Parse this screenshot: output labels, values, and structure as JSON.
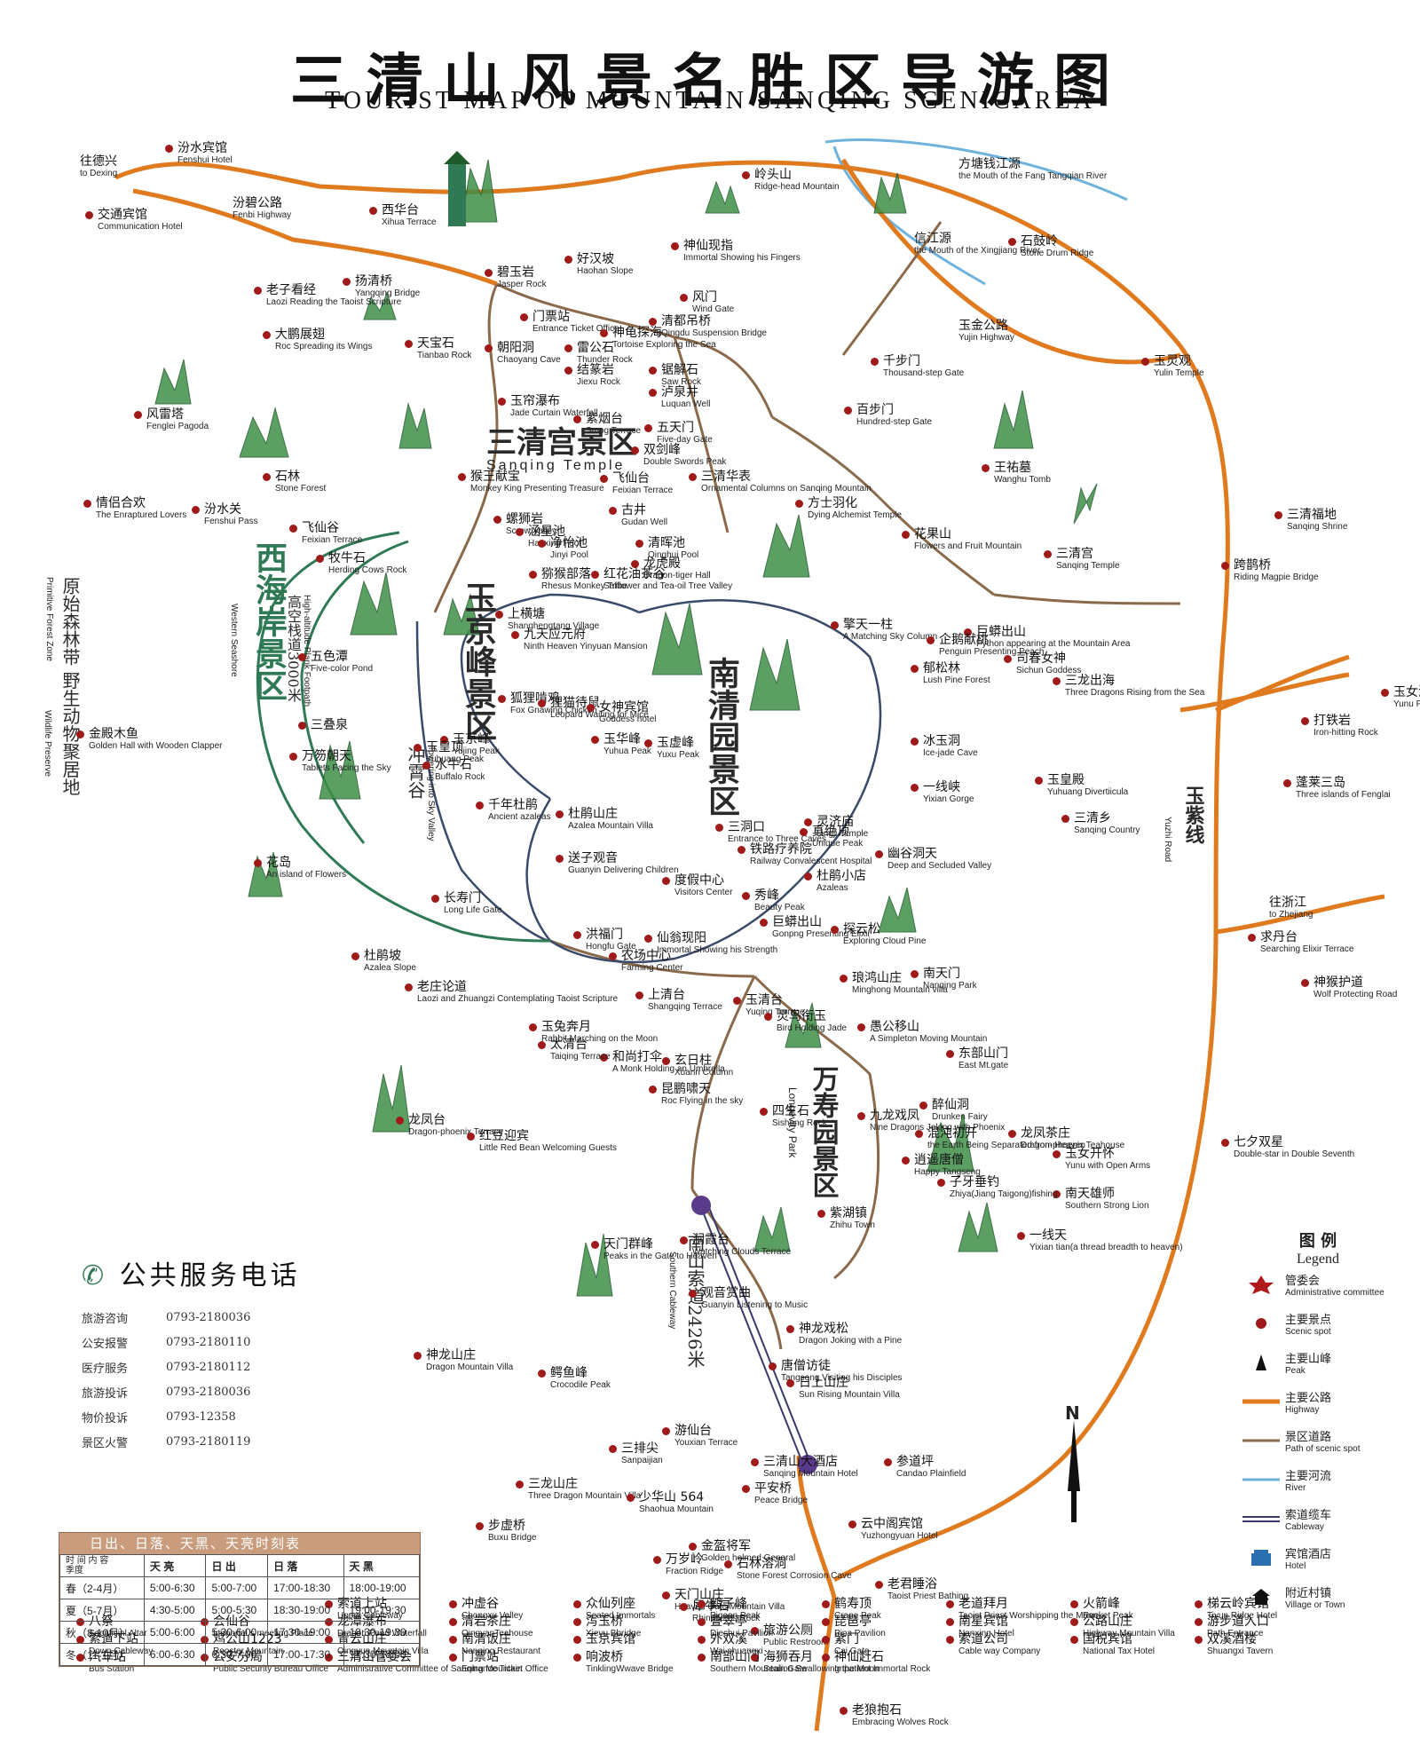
{
  "title": {
    "zh": "三清山风景名胜区导游图",
    "en": "TOURIST MAP OF MOUNTAIN SANQING SCENICAREA"
  },
  "colors": {
    "highway": "#e07a1f",
    "path": "#8a6a4a",
    "river": "#6fb3dc",
    "cableway": "#3a3a6a",
    "spot": "#a01a1a",
    "zone_line": "#2f7a55",
    "hotel": "#2c6fb0"
  },
  "icons": {
    "spot": "red-dot-icon",
    "peak": "peak-triangle-icon",
    "hotel": "hotel-building-icon",
    "village": "pagoda-village-icon",
    "admin": "red-star-icon",
    "mountain": "green-rock-icon"
  },
  "zones": {
    "sanqinggong": "三清宫景区",
    "sanqinggong_en": "Sanqing Temple",
    "xihai": "西海岸景区",
    "xihai_en": "Western Seashore",
    "yujing": "玉京峰景区",
    "nanqing": "南清园景区",
    "wanshou": "万寿园景区",
    "wanshou_en": "Longevity Park",
    "yuzi": "玉紫线",
    "yuzi_en": "Yuzhi Road",
    "plank": "高空栈道3000米",
    "plank_en": "High-altitude Plank Footpath",
    "chongxu": "冲霄谷",
    "chongxu_en": "Towering into Sky Valley",
    "cable": "南山索道2426米",
    "cable_en": "Southern Cableway",
    "reserve": "原始森林带 野生动物聚居地",
    "reserve_en1": "Primitive Forest Zone",
    "reserve_en2": "Wildlife Preserve"
  },
  "rivers": [
    {
      "zh": "方塘钱江源",
      "en": "the Mouth of the Fang Tangqian River"
    },
    {
      "zh": "信江源",
      "en": "the Mouth of the Xingjiang River"
    },
    {
      "zh": "汾碧公路",
      "en": "Fenbi Highway"
    },
    {
      "zh": "玉金公路",
      "en": "Yujin Highway"
    },
    {
      "zh": "往德兴",
      "en": "to Dexing"
    },
    {
      "zh": "往浙江",
      "en": "to Zhejiang"
    }
  ],
  "places": [
    {
      "zh": "汾水宾馆",
      "en": "Fenshui Hotel"
    },
    {
      "zh": "交通宾馆",
      "en": "Communication Hotel"
    },
    {
      "zh": "西华台",
      "en": "Xihua Terrace"
    },
    {
      "zh": "岭头山",
      "en": "Ridge-head Mountain"
    },
    {
      "zh": "石鼓岭",
      "en": "Stone Drum Ridge"
    },
    {
      "zh": "神仙现指",
      "en": "Immortal Showing his Fingers"
    },
    {
      "zh": "好汉坡",
      "en": "Haohan Slope"
    },
    {
      "zh": "碧玉岩",
      "en": "Jasper Rock"
    },
    {
      "zh": "老子看经",
      "en": "Laozi Reading the Taoist Scripture"
    },
    {
      "zh": "扬清桥",
      "en": "Yangqing Bridge"
    },
    {
      "zh": "大鹏展翅",
      "en": "Roc Spreading its Wings"
    },
    {
      "zh": "风门",
      "en": "Wind Gate"
    },
    {
      "zh": "门票站",
      "en": "Entrance Ticket Office"
    },
    {
      "zh": "清都吊桥",
      "en": "Qingdu Suspension Bridge"
    },
    {
      "zh": "神龟探海",
      "en": "Tortoise Exploring the Sea"
    },
    {
      "zh": "天宝石",
      "en": "Tianbao Rock"
    },
    {
      "zh": "朝阳洞",
      "en": "Chaoyang Cave"
    },
    {
      "zh": "雷公石",
      "en": "Thunder Rock"
    },
    {
      "zh": "结篆岩",
      "en": "Jiexu Rock"
    },
    {
      "zh": "锯解石",
      "en": "Saw Rock"
    },
    {
      "zh": "泸泉井",
      "en": "Luquan Well"
    },
    {
      "zh": "千步门",
      "en": "Thousand-step Gate"
    },
    {
      "zh": "玉灵观",
      "en": "Yulin Temple"
    },
    {
      "zh": "玉帘瀑布",
      "en": "Jade Curtain Waterfall"
    },
    {
      "zh": "紫烟台",
      "en": "Smog Terrace"
    },
    {
      "zh": "五天门",
      "en": "Five-day Gate"
    },
    {
      "zh": "百步门",
      "en": "Hundred-step Gate"
    },
    {
      "zh": "风雷塔",
      "en": "Fenglei Pagoda"
    },
    {
      "zh": "双剑峰",
      "en": "Double Swords Peak"
    },
    {
      "zh": "三清华表",
      "en": "Ornamental Columns on Sanqing Mountain"
    },
    {
      "zh": "王祐墓",
      "en": "Wanghu Tomb"
    },
    {
      "zh": "石林",
      "en": "Stone Forest"
    },
    {
      "zh": "猴王献宝",
      "en": "Monkey King Presenting Treasure"
    },
    {
      "zh": "飞仙台",
      "en": "Feixian Terrace"
    },
    {
      "zh": "三清福地",
      "en": "Sanqing Shrine"
    },
    {
      "zh": "古井",
      "en": "Gudan Well"
    },
    {
      "zh": "方士羽化",
      "en": "Dying Alchemist Temple"
    },
    {
      "zh": "情侣合欢",
      "en": "The Enraptured Lovers"
    },
    {
      "zh": "汾水关",
      "en": "Fenshui Pass"
    },
    {
      "zh": "飞仙谷",
      "en": "Feixian Terrace"
    },
    {
      "zh": "螺狮岩",
      "en": "Screw Valley"
    },
    {
      "zh": "涵星池",
      "en": "Hanxing Pool"
    },
    {
      "zh": "净怡池",
      "en": "Jinyi Pool"
    },
    {
      "zh": "清晖池",
      "en": "Qinghui Pool"
    },
    {
      "zh": "龙虎殿",
      "en": "Dragon-tiger Hall"
    },
    {
      "zh": "猕猴部落",
      "en": "Rhesus Monkey Tribe"
    },
    {
      "zh": "红花油茶谷",
      "en": "Safflower and Tea-oil Tree Valley"
    },
    {
      "zh": "花果山",
      "en": "Flowers and Fruit Mountain"
    },
    {
      "zh": "牧牛石",
      "en": "Herding Cows Rock"
    },
    {
      "zh": "跨鹊桥",
      "en": "Riding Magpie Bridge"
    },
    {
      "zh": "三清宫",
      "en": "Sanqing Temple"
    },
    {
      "zh": "巨蟒出山",
      "en": "Python appearing at the Mountain Area"
    },
    {
      "zh": "上横塘",
      "en": "Shanghengtang Village"
    },
    {
      "zh": "九天应元府",
      "en": "Ninth Heaven Yinyuan Mansion"
    },
    {
      "zh": "擎天一柱",
      "en": "A Matching Sky Column"
    },
    {
      "zh": "企鹅献桃",
      "en": "Penguin Presenting Peach"
    },
    {
      "zh": "司春女神",
      "en": "Sichun Goddess"
    },
    {
      "zh": "五色潭",
      "en": "Five-color Pond"
    },
    {
      "zh": "郁松林",
      "en": "Lush Pine Forest"
    },
    {
      "zh": "三龙出海",
      "en": "Three Dragons Rising from the Sea"
    },
    {
      "zh": "狐狸啃鸡",
      "en": "Fox Gnawing Chicken"
    },
    {
      "zh": "狸猫待鼠",
      "en": "Leopard Waiting for Mice"
    },
    {
      "zh": "女神宾馆",
      "en": "Goddess hotel"
    },
    {
      "zh": "三叠泉",
      "en": ""
    },
    {
      "zh": "玉京峰",
      "en": "Yujing Peak"
    },
    {
      "zh": "玉华峰",
      "en": "Yuhua Peak"
    },
    {
      "zh": "玉虚峰",
      "en": "Yuxu Peak"
    },
    {
      "zh": "冰玉洞",
      "en": "Ice-jade Cave"
    },
    {
      "zh": "玉女潭",
      "en": "Yunu Pond"
    },
    {
      "zh": "打铁岩",
      "en": "Iron-hitting Rock"
    },
    {
      "zh": "金殿木鱼",
      "en": "Golden Hall with Wooden Clapper"
    },
    {
      "zh": "玉皇顶",
      "en": "Yuhuang Peak"
    },
    {
      "zh": "万笏朝天",
      "en": "Tablets Facing the Sky"
    },
    {
      "zh": "水牛石",
      "en": "Buffalo Rock"
    },
    {
      "zh": "蓬莱三岛",
      "en": "Three islands of Fenglai"
    },
    {
      "zh": "一线峡",
      "en": "Yixian Gorge"
    },
    {
      "zh": "玉皇殿",
      "en": "Yuhuang Divertiicula"
    },
    {
      "zh": "千年杜鹃",
      "en": "Ancient azaleas"
    },
    {
      "zh": "杜鹃山庄",
      "en": "Azalea Mountain Villa"
    },
    {
      "zh": "灵济庙",
      "en": "Lingji Temple"
    },
    {
      "zh": "三清乡",
      "en": "Sanqing Country"
    },
    {
      "zh": "三洞口",
      "en": "Entrance to Three Caves"
    },
    {
      "zh": "真绝顶",
      "en": "Unique Peak"
    },
    {
      "zh": "求丹台",
      "en": "Searching Elixir Terrace"
    },
    {
      "zh": "铁路疗养院",
      "en": "Railway Convalescent Hospital"
    },
    {
      "zh": "送子观音",
      "en": "Guanyin Delivering Children"
    },
    {
      "zh": "神猴护道",
      "en": "Wolf Protecting Road"
    },
    {
      "zh": "幽谷洞天",
      "en": "Deep and Secluded Valley"
    },
    {
      "zh": "杜鹃小店",
      "en": "Azaleas"
    },
    {
      "zh": "花岛",
      "en": "An island of Flowers"
    },
    {
      "zh": "度假中心",
      "en": "Visitors Center"
    },
    {
      "zh": "秀峰",
      "en": "Beauty Peak"
    },
    {
      "zh": "长寿门",
      "en": "Long Life Gate"
    },
    {
      "zh": "巨蟒出山",
      "en": "Gonpng Presenting Elixir"
    },
    {
      "zh": "探云松",
      "en": "Exploring Cloud Pine"
    },
    {
      "zh": "洪福门",
      "en": "Hongfu Gate"
    },
    {
      "zh": "仙翁现阳",
      "en": "Immortal Showing his Strength"
    },
    {
      "zh": "杜鹃坡",
      "en": "Azalea Slope"
    },
    {
      "zh": "农场中心",
      "en": "Farming Center"
    },
    {
      "zh": "琅鸿山庄",
      "en": "Minghong Mountain villa"
    },
    {
      "zh": "老庄论道",
      "en": "Laozi and Zhuangzi Contemplating Taoist Scripture"
    },
    {
      "zh": "南天门",
      "en": "Nanqing Park"
    },
    {
      "zh": "上清台",
      "en": "Shangqing Terrace"
    },
    {
      "zh": "玉清台",
      "en": "Yuqing Terrace"
    },
    {
      "zh": "灵鸟衔玉",
      "en": "Bird Holding Jade"
    },
    {
      "zh": "愚公移山",
      "en": "A Simpleton Moving Mountain"
    },
    {
      "zh": "东部山门",
      "en": "East Mt.gate"
    },
    {
      "zh": "和尚打伞",
      "en": "A Monk Holding an Umbrella"
    },
    {
      "zh": "醉仙洞",
      "en": "Drunken Fairy"
    },
    {
      "zh": "玉兔奔月",
      "en": "Rabbit Marching on the Moon"
    },
    {
      "zh": "太清台",
      "en": "Taiqing Terrace"
    },
    {
      "zh": "玄日柱",
      "en": "Xuanri Column"
    },
    {
      "zh": "昆鹏啸天",
      "en": "Roc Flying in the sky"
    },
    {
      "zh": "四生石",
      "en": "Sisheng Rock"
    },
    {
      "zh": "九龙戏凤",
      "en": "Nine Dragons Joking with Phoenix"
    },
    {
      "zh": "混沌初开",
      "en": "the Earth Being Separated from Heaven"
    },
    {
      "zh": "龙凤茶庄",
      "en": "Dragon-phoenix Teahouse"
    },
    {
      "zh": "玉女开怀",
      "en": "Yunu with Open Arms"
    },
    {
      "zh": "七夕双星",
      "en": "Double-star in Double Seventh"
    },
    {
      "zh": "南天雄师",
      "en": "Southern Strong Lion"
    },
    {
      "zh": "龙凤台",
      "en": "Dragon-phoenix Terrace"
    },
    {
      "zh": "逍遥唐僧",
      "en": "Happy Tangseng"
    },
    {
      "zh": "红豆迎宾",
      "en": "Little Red Bean Welcoming Guests"
    },
    {
      "zh": "子牙垂钓",
      "en": "Zhiya(Jiang Taigong)fishing"
    },
    {
      "zh": "紫湖镇",
      "en": "Zhihu Town"
    },
    {
      "zh": "一线天",
      "en": "Yixian tian(a thread breadth to heaven)"
    },
    {
      "zh": "涧霞台",
      "en": "Watching Clouds Terrace"
    },
    {
      "zh": "天门群峰",
      "en": "Peaks in the Gate to Heaven"
    },
    {
      "zh": "观音赏曲",
      "en": "Guanyin Listening to Music"
    },
    {
      "zh": "神龙戏松",
      "en": "Dragon Joking with a Pine"
    },
    {
      "zh": "唐僧访徒",
      "en": "Tangseng Visiting his Disciples"
    },
    {
      "zh": "神龙山庄",
      "en": "Dragon Mountain Villa"
    },
    {
      "zh": "鳄鱼峰",
      "en": "Crocodile Peak"
    },
    {
      "zh": "日上山庄",
      "en": "Sun Rising Mountain Villa"
    },
    {
      "zh": "游仙台",
      "en": "Youxian Terrace"
    },
    {
      "zh": "三排尖",
      "en": "Sanpaijian"
    },
    {
      "zh": "三清山大酒店",
      "en": "Sanqing Mountain Hotel"
    },
    {
      "zh": "参道坪",
      "en": "Candao Plainfield"
    },
    {
      "zh": "三龙山庄",
      "en": "Three Dragon Mountain Villa"
    },
    {
      "zh": "平安桥",
      "en": "Peace Bridge"
    },
    {
      "zh": "少华山 564",
      "en": "Shaohua Mountain"
    },
    {
      "zh": "云中阁宾馆",
      "en": "Yuzhongyuan Hotel"
    },
    {
      "zh": "步虚桥",
      "en": "Buxu Bridge"
    },
    {
      "zh": "金盔将军",
      "en": "Golden helmed General"
    },
    {
      "zh": "万岁岭",
      "en": "Fraction Ridge"
    },
    {
      "zh": "石林溶洞",
      "en": "Stone Forest Corrosion Cave"
    },
    {
      "zh": "老君睡浴",
      "en": "Taoist Priest Bathing"
    },
    {
      "zh": "天门山庄",
      "en": "Heaven Gate Mountain Villa"
    },
    {
      "zh": "犀牛石",
      "en": "Rhinoceros Rock"
    },
    {
      "zh": "旅游公厕",
      "en": "Public Restroom"
    },
    {
      "zh": "海狮吞月",
      "en": "Sealion Swallowing the Moon"
    },
    {
      "zh": "老狼抱石",
      "en": "Embracing Wolves Rock"
    },
    {
      "zh": "索道上站",
      "en": "Upper Cableway"
    },
    {
      "zh": "冲虚谷",
      "en": "Chongxu Valley"
    },
    {
      "zh": "众仙列座",
      "en": "Seated Immortals"
    },
    {
      "zh": "鹤子峰",
      "en": "Pigeon Peak"
    },
    {
      "zh": "鹤寿顶",
      "en": "Crane Peak"
    },
    {
      "zh": "老道拜月",
      "en": "Taoist Priest Worshipping the Moon"
    },
    {
      "zh": "火箭峰",
      "en": "Rocket Peak"
    },
    {
      "zh": "梯云岭宾馆",
      "en": "Tiyun Ridge Hotel"
    },
    {
      "zh": "八祭",
      "en": "Sacrificinl Altar"
    },
    {
      "zh": "会仙谷",
      "en": "Immortal s meeting Place"
    },
    {
      "zh": "龙潭瀑布",
      "en": "Dragon Pond Waterfall"
    },
    {
      "zh": "清岩茶庄",
      "en": "QingyanTeahouse"
    },
    {
      "zh": "泻玉桥",
      "en": "Xieyu Bbridge"
    },
    {
      "zh": "叠翠亭",
      "en": "Diechui Pavilion"
    },
    {
      "zh": "琵琶亭",
      "en": "Pipa Pavilion"
    },
    {
      "zh": "南星宾馆",
      "en": "Nanxing Hotel"
    },
    {
      "zh": "公路山庄",
      "en": "Highway Mountain Villa"
    },
    {
      "zh": "游步道入口",
      "en": "Path Entrance"
    },
    {
      "zh": "索道下站",
      "en": "Down Cableway"
    },
    {
      "zh": "鸡公山1223",
      "en": "Rooster Mountain"
    },
    {
      "zh": "青云山庄",
      "en": "Qingyun Mountain Villa"
    },
    {
      "zh": "南清饭庄",
      "en": "Nanqing Restaurant"
    },
    {
      "zh": "玉京宾馆",
      "en": ""
    },
    {
      "zh": "外双溪",
      "en": "Wai shuangxi"
    },
    {
      "zh": "紫门",
      "en": "Cai Gate"
    },
    {
      "zh": "索道公司",
      "en": "Cable way Company"
    },
    {
      "zh": "国税宾馆",
      "en": "National Tax Hotel"
    },
    {
      "zh": "双溪酒楼",
      "en": "Shuangxi Tavern"
    },
    {
      "zh": "汽车站",
      "en": "Bus Station"
    },
    {
      "zh": "公安分局",
      "en": "Public Security Bureau Office"
    },
    {
      "zh": "三清山管委会",
      "en": "Administrative Committee of Sanqing Mountain"
    },
    {
      "zh": "门票站",
      "en": "Entrance Ticket Office"
    },
    {
      "zh": "响波桥",
      "en": "TinklingWwave Bridge"
    },
    {
      "zh": "南部山门",
      "en": "Southern Mountain Gate"
    },
    {
      "zh": "神仙赶石",
      "en": "Impatient Immortal Rock"
    }
  ],
  "phone": {
    "title": "公共服务电话",
    "rows": [
      {
        "k": "旅游咨询",
        "v": "0793-2180036"
      },
      {
        "k": "公安报警",
        "v": "0793-2180110"
      },
      {
        "k": "医疗服务",
        "v": "0793-2180112"
      },
      {
        "k": "旅游投诉",
        "v": "0793-2180036"
      },
      {
        "k": "物价投诉",
        "v": "0793-12358"
      },
      {
        "k": "景区火警",
        "v": "0793-2180119"
      }
    ]
  },
  "timetable": {
    "title": "日出、日落、天黑、天亮时刻表",
    "head_corner_top": "时 间   内 容",
    "head_corner_bottom": "季度",
    "cols": [
      "天 亮",
      "日 出",
      "日 落",
      "天 黑"
    ],
    "rows": [
      {
        "season": "春（2-4月）",
        "vals": [
          "5:00-6:30",
          "5:00-7:00",
          "17:00-18:30",
          "18:00-19:00"
        ]
      },
      {
        "season": "夏（5-7月）",
        "vals": [
          "4:30-5:00",
          "5:00-5:30",
          "18:30-19:00",
          "19:00-19:30"
        ]
      },
      {
        "season": "秋（8-10月）",
        "vals": [
          "5:00-6:00",
          "5:30-6:00",
          "17:30-19:00",
          "18:30-19:30"
        ]
      },
      {
        "season": "冬（11-1月）",
        "vals": [
          "6:00-6:30",
          "6:30-7:00",
          "17:00-17:30",
          "17:30-18:00"
        ]
      }
    ]
  },
  "legend": {
    "title": "图 例",
    "title_en": "Legend",
    "items": [
      {
        "zh": "管委会",
        "en": "Administrative committee"
      },
      {
        "zh": "主要景点",
        "en": "Scenic spot"
      },
      {
        "zh": "主要山峰",
        "en": "Peak"
      },
      {
        "zh": "主要公路",
        "en": "Highway"
      },
      {
        "zh": "景区道路",
        "en": "Path of scenic spot"
      },
      {
        "zh": "主要河流",
        "en": "River"
      },
      {
        "zh": "索道缆车",
        "en": "Cableway"
      },
      {
        "zh": "宾馆酒店",
        "en": "Hotel"
      },
      {
        "zh": "附近村镇",
        "en": "Village or Town"
      }
    ]
  },
  "north": "N"
}
